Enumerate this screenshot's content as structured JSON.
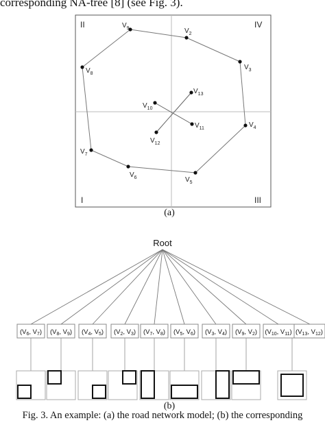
{
  "top_text": "corresponding NA-tree [8] (see Fig. 3).",
  "panel_a": {
    "quadrants": {
      "q1": "I",
      "q2": "II",
      "q3": "III",
      "q4": "IV"
    },
    "vertices": [
      {
        "id": "v9",
        "label": "V",
        "sub": "9"
      },
      {
        "id": "v2",
        "label": "V",
        "sub": "2"
      },
      {
        "id": "v3",
        "label": "V",
        "sub": "3"
      },
      {
        "id": "v4",
        "label": "V",
        "sub": "4"
      },
      {
        "id": "v5",
        "label": "V",
        "sub": "5"
      },
      {
        "id": "v6",
        "label": "V",
        "sub": "6"
      },
      {
        "id": "v7",
        "label": "V",
        "sub": "7"
      },
      {
        "id": "v8",
        "label": "V",
        "sub": "8"
      },
      {
        "id": "v10",
        "label": "V",
        "sub": "10"
      },
      {
        "id": "v11",
        "label": "V",
        "sub": "11"
      },
      {
        "id": "v12",
        "label": "V",
        "sub": "12"
      },
      {
        "id": "v13",
        "label": "V",
        "sub": "13"
      }
    ],
    "caption": "(a)"
  },
  "panel_b": {
    "root": "Root",
    "nodes": [
      {
        "a": "6",
        "b": "7"
      },
      {
        "a": "8",
        "b": "9"
      },
      {
        "a": "4",
        "b": "5"
      },
      {
        "a": "2",
        "b": "3"
      },
      {
        "a": "7",
        "b": "8"
      },
      {
        "a": "5",
        "b": "6"
      },
      {
        "a": "3",
        "b": "4"
      },
      {
        "a": "9",
        "b": "2"
      },
      {
        "a": "10",
        "b": "11"
      },
      {
        "a": "13",
        "b": "12"
      }
    ],
    "caption": "(b)"
  },
  "figure_caption": "Fig. 3. An example: (a) the road network model; (b) the corresponding"
}
